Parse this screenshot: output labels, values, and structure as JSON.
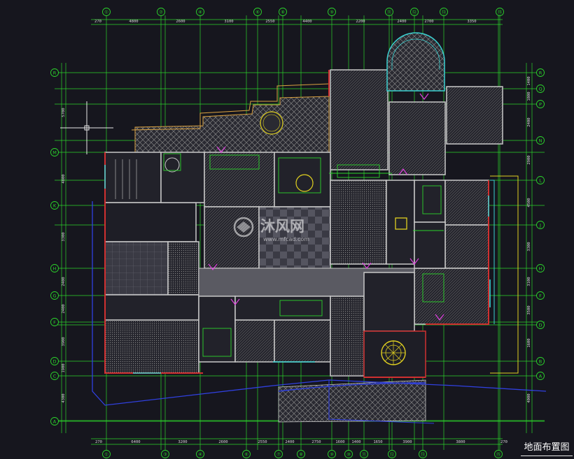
{
  "drawing": {
    "title": "地面布置图",
    "watermark_brand": "沐风网",
    "watermark_url": "www.mfcad.com"
  },
  "grid": {
    "top_axes": [
      "①",
      "②",
      "④",
      "⑥",
      "⑧",
      "⑨",
      "⑪",
      "⑫",
      "⑬",
      "⑮"
    ],
    "bottom_axes": [
      "①",
      "③",
      "④",
      "⑥",
      "⑦",
      "⑧",
      "⑨",
      "⑩",
      "⑪",
      "⑫",
      "⑬",
      "⑮"
    ],
    "right_axes": [
      "R",
      "Q",
      "P",
      "N",
      "L",
      "J",
      "H",
      "F",
      "D",
      "B",
      "A"
    ],
    "left_axes": [
      "R",
      "M",
      "K",
      "H",
      "G",
      "F",
      "D",
      "C",
      "A"
    ]
  },
  "dimensions": {
    "top": [
      "270",
      "4800",
      "2600",
      "3100",
      "2550",
      "4400",
      "2200",
      "2400",
      "2700",
      "3350"
    ],
    "bottom": [
      "270",
      "6400",
      "3200",
      "2600",
      "2550",
      "2400",
      "2750",
      "1600",
      "1400",
      "1650",
      "3900",
      "3800",
      "270"
    ],
    "left": [
      "5700",
      "4800",
      "3300",
      "2400",
      "2400",
      "3900",
      "1900",
      "4300"
    ],
    "right": [
      "1400",
      "1800",
      "2400",
      "2900",
      "4500",
      "3300",
      "3100",
      "3500",
      "1600",
      "4000"
    ]
  },
  "colors": {
    "background": "#16161e",
    "grid": "#2bd42b",
    "wall": "#c8c8c8",
    "wall_red": "#d03030",
    "hatch": "#9a9a9a",
    "cyan": "#3ad0d0",
    "yellow": "#e0d020",
    "magenta": "#e040e0",
    "blue": "#3040e0",
    "orange": "#d8a040"
  },
  "icons": [
    "crosshair-icon",
    "compass-rose-icon"
  ]
}
